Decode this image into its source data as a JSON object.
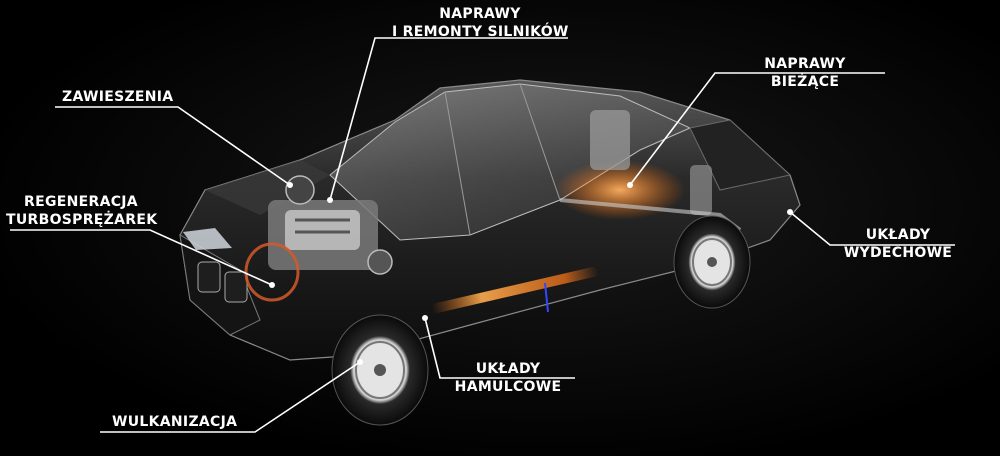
{
  "callouts": {
    "naprawy_silnikow": [
      "NAPRAWY",
      "I REMONTY SILNIKÓW"
    ],
    "zawieszenia": [
      "ZAWIESZENIA"
    ],
    "naprawy_biezace": [
      "NAPRAWY",
      "BIEŻĄCE"
    ],
    "regeneracja": [
      "REGENERACJA",
      "TURBOSPRĘŻAREK"
    ],
    "uklady_wydechowe": [
      "UKŁADY",
      "WYDECHOWE"
    ],
    "uklady_hamulcowe": [
      "UKŁADY",
      "HAMULCOWE"
    ],
    "wulkanizacja": [
      "WULKANIZACJA"
    ]
  },
  "colors": {
    "background": "#000000",
    "text": "#ffffff",
    "leader_line": "#ffffff",
    "glow": "#ff7a1a"
  }
}
